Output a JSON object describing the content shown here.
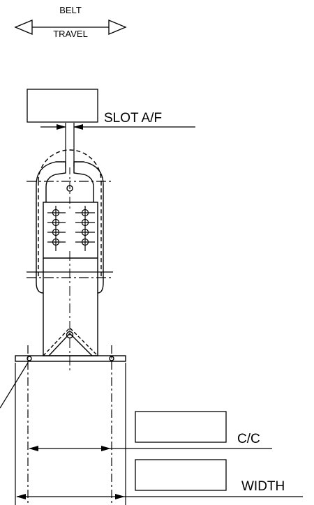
{
  "belt_travel": {
    "line1": "BELT",
    "line2": "TRAVEL"
  },
  "labels": {
    "slot": "SLOT A/F",
    "cc": "C/C",
    "width": "WIDTH"
  },
  "colors": {
    "ink": "#000000",
    "paper": "#ffffff"
  }
}
